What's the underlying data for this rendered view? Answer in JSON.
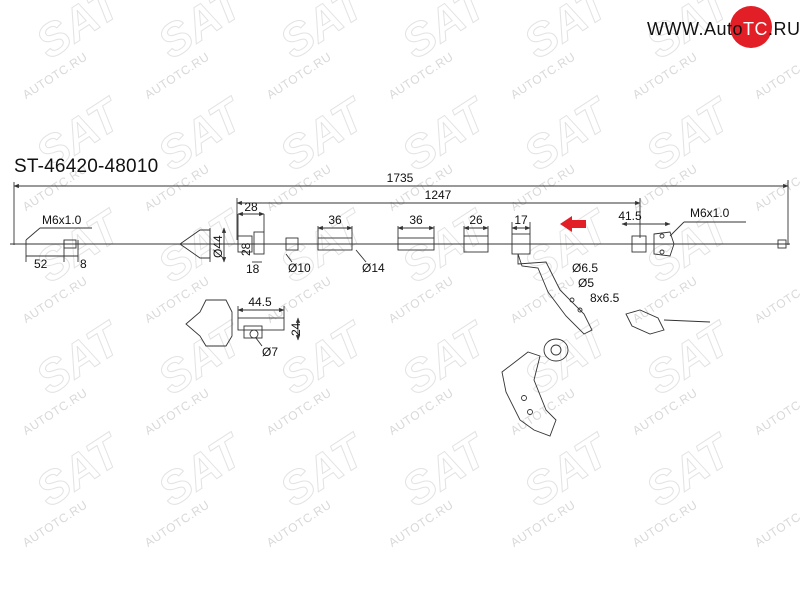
{
  "part_number": "ST-46420-48010",
  "site_logo": {
    "prefix": "WWW.Auto",
    "brand": "TC",
    "suffix": ".RU",
    "brand_color": "#e21e26"
  },
  "watermark": {
    "text": "AUTOTC.RU",
    "brand": "SAT"
  },
  "dimensions": {
    "overall_length": "1735",
    "inner_length": "1247",
    "d28_top": "28",
    "d36_a": "36",
    "d36_b": "36",
    "d26": "26",
    "d17": "17",
    "d41_5": "41.5",
    "thread_left": "M6x1.0",
    "thread_right": "M6x1.0",
    "d52": "52",
    "d8": "8",
    "dia44": "Ø44",
    "d28_vert": "28",
    "d18": "18",
    "dia10": "Ø10",
    "dia14": "Ø14",
    "dia6_5": "Ø6.5",
    "dia5": "Ø5",
    "slot": "8x6.5",
    "d44_5": "44.5",
    "d24": "24",
    "dia7": "Ø7"
  },
  "colors": {
    "line": "#333333",
    "arrow": "#e21e26",
    "watermark": "#d9d9d9"
  }
}
